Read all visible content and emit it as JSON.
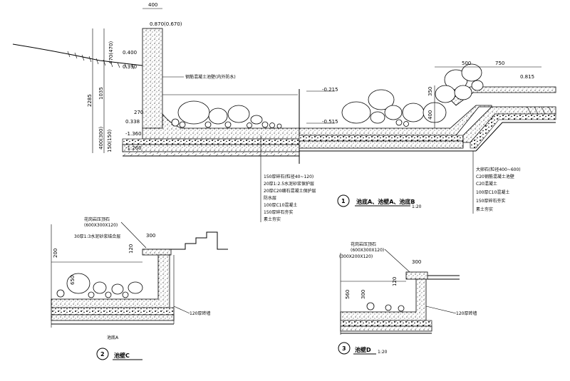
{
  "section1": {
    "dims_top": [
      "400",
      "0.870(0.670)"
    ],
    "left_elev": [
      "0.400",
      "0.390",
      "270",
      "0.338",
      "-1.360",
      "-1.260"
    ],
    "left_vert_dims": [
      "2285",
      "1035",
      "470(470)",
      "400(300)",
      "150(150)"
    ],
    "notes_top": [
      "0.815",
      "-0.215",
      "-0.515"
    ],
    "right_dims": [
      "500",
      "750",
      "350",
      "400"
    ],
    "layers_mid": [
      "150厚碎石(粒径40~120)",
      "20厚1:2.5水泥砂浆保护层",
      "20厚C20细石混凝土保护层",
      "防水层",
      "100厚C10混凝土",
      "150厚碎石夯实",
      "素土夯实"
    ],
    "layers_right": [
      "大卵石(粒径400~600)",
      "C20钢筋混凝土池壁",
      "C20混凝土",
      "100厚C10混凝土",
      "150厚碎石夯实",
      "素土夯实"
    ],
    "title_num": "1",
    "title": "池底A、池壁A、池底B",
    "scale": "1:20"
  },
  "section2": {
    "labels": [
      "花岗岩压顶石",
      "(600X300X120)",
      "30厚1:3水泥砂浆结合层"
    ],
    "dims": [
      "300",
      "200",
      "120",
      "650"
    ],
    "side": [
      "120厚砖墙",
      "池底A"
    ],
    "title_num": "2",
    "title": "池壁C"
  },
  "section3": {
    "labels": [
      "花岗岩压顶石",
      "(600X300X120)",
      "(300X200X120)"
    ],
    "dims": [
      "300",
      "120",
      "560",
      "300"
    ],
    "side": [
      "120厚砖墙"
    ],
    "title_num": "3",
    "title": "池壁D",
    "scale": "1:20"
  }
}
